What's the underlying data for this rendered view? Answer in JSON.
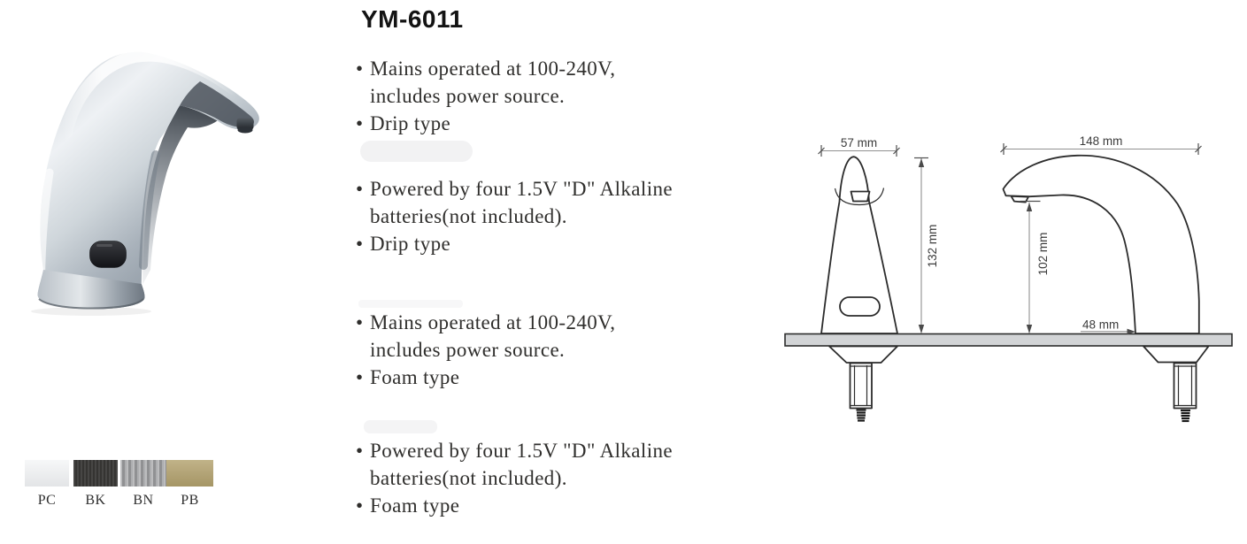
{
  "product": {
    "model": "YM-6011"
  },
  "features": {
    "bullet": "•",
    "groups": [
      {
        "line1": "Mains operated at 100-240V,",
        "line2": "includes power source.",
        "type": "Drip type"
      },
      {
        "line1": "Powered by four 1.5V \"D\" Alkaline",
        "line2": "batteries(not included).",
        "type": "Drip type"
      },
      {
        "line1": "Mains operated at 100-240V,",
        "line2": "includes power source.",
        "type": "Foam type"
      },
      {
        "line1": "Powered by four 1.5V \"D\" Alkaline",
        "line2": "batteries(not included).",
        "type": "Foam type"
      }
    ]
  },
  "finishes": {
    "swatches": [
      {
        "code": "PC",
        "color": "#eceef0"
      },
      {
        "code": "BK",
        "color": "#3c3b39"
      },
      {
        "code": "BN",
        "color": "#a2a3a5"
      },
      {
        "code": "PB",
        "color": "#b3a26e"
      }
    ]
  },
  "diagram": {
    "front_view": {
      "width": "57 mm",
      "height": "132 mm"
    },
    "side_view": {
      "width": "148 mm",
      "spout_height": "102 mm",
      "base_width": "48 mm"
    }
  }
}
